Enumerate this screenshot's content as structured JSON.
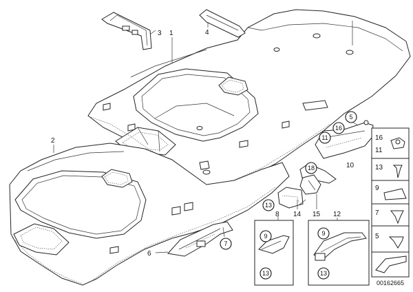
{
  "callouts": [
    {
      "id": "c1",
      "text": "1"
    },
    {
      "id": "c2",
      "text": "2"
    },
    {
      "id": "c3",
      "text": "3"
    },
    {
      "id": "c4",
      "text": "4"
    },
    {
      "id": "c5",
      "text": "5"
    },
    {
      "id": "c16a",
      "text": "16"
    },
    {
      "id": "c11a",
      "text": "11"
    },
    {
      "id": "c10",
      "text": "10"
    },
    {
      "id": "c18",
      "text": "18"
    },
    {
      "id": "c13a",
      "text": "13"
    },
    {
      "id": "c8",
      "text": "8"
    },
    {
      "id": "c14",
      "text": "14"
    },
    {
      "id": "c15",
      "text": "15"
    },
    {
      "id": "c12",
      "text": "12"
    },
    {
      "id": "c7a",
      "text": "7"
    },
    {
      "id": "c6",
      "text": "6"
    },
    {
      "id": "c9a",
      "text": "9"
    },
    {
      "id": "c9b",
      "text": "9"
    },
    {
      "id": "c13b",
      "text": "13"
    },
    {
      "id": "c13c",
      "text": "13"
    }
  ],
  "legend": [
    {
      "id": "l16",
      "text": "16"
    },
    {
      "id": "l11",
      "text": "11"
    },
    {
      "id": "l13",
      "text": "13"
    },
    {
      "id": "l9",
      "text": "9"
    },
    {
      "id": "l7",
      "text": "7"
    },
    {
      "id": "l5",
      "text": "5"
    }
  ],
  "reference": "00162665"
}
